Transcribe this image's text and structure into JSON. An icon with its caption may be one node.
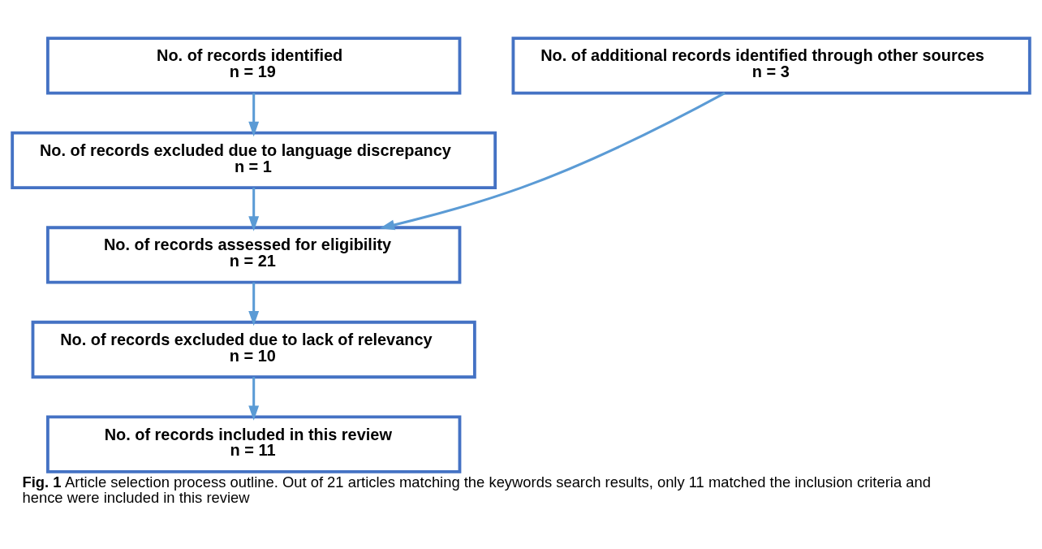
{
  "diagram": {
    "caption": "**Fig. 1** Article selection process outline. Out of 21 articles matching the keywords search results, only 11 matched the inclusion criteria and hence were included in this review",
    "nodes": [
      {
        "text": [
          "No. of records identified",
          "n = 19"
        ]
      },
      {
        "text": [
          "No. of additional records identified through other sources",
          "n = 3"
        ]
      },
      {
        "text": [
          "No. of records excluded due to language discrepancy",
          "n = 1"
        ]
      },
      {
        "text": [
          "No. of records assessed for eligibility",
          "n = 21"
        ]
      },
      {
        "text": [
          "No. of records excluded due to lack of relevancy",
          "n = 10"
        ]
      },
      {
        "text": [
          "No. of records included in this review",
          "n = 11"
        ]
      }
    ],
    "edges": [
      {
        "from": 0,
        "to": 2,
        "arrow": "to"
      },
      {
        "from": 2,
        "to": 3,
        "arrow": "to"
      },
      {
        "from": 1,
        "to": 3,
        "arrow": "to"
      },
      {
        "from": 3,
        "to": 4,
        "arrow": "to"
      },
      {
        "from": 4,
        "to": 5,
        "arrow": "to"
      }
    ]
  }
}
